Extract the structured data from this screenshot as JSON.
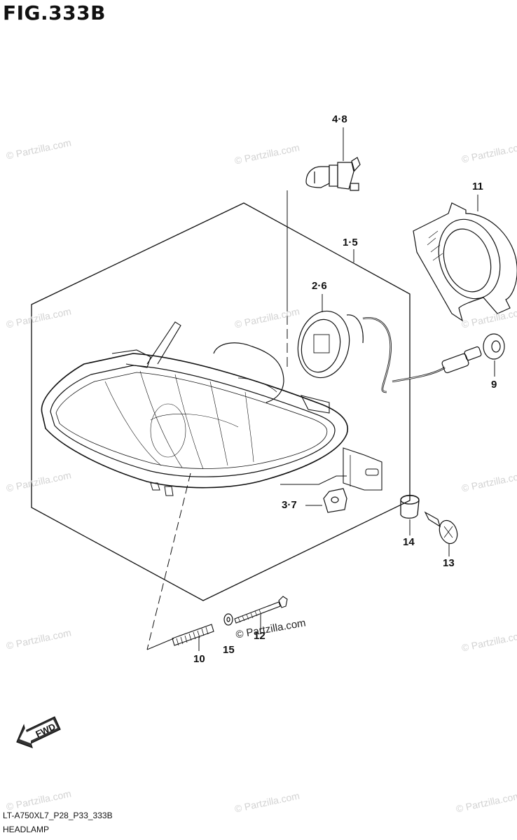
{
  "figure": {
    "title": "FIG.333B",
    "model_code": "LT-A750XL7_P28_P33_333B",
    "name": "HEADLAMP"
  },
  "callouts": [
    {
      "id": "bulb",
      "text": "4·8"
    },
    {
      "id": "headlamp",
      "text": "1·5"
    },
    {
      "id": "socket",
      "text": "2·6"
    },
    {
      "id": "cover",
      "text": "11"
    },
    {
      "id": "grommet-9",
      "text": "9"
    },
    {
      "id": "bracket",
      "text": "3·7"
    },
    {
      "id": "nut-14",
      "text": "14"
    },
    {
      "id": "screw-13",
      "text": "13"
    },
    {
      "id": "spring",
      "text": "10"
    },
    {
      "id": "washer",
      "text": "15"
    },
    {
      "id": "bolt",
      "text": "12"
    }
  ],
  "fwd_label": "FWD",
  "watermark": "© Partzilla.com"
}
